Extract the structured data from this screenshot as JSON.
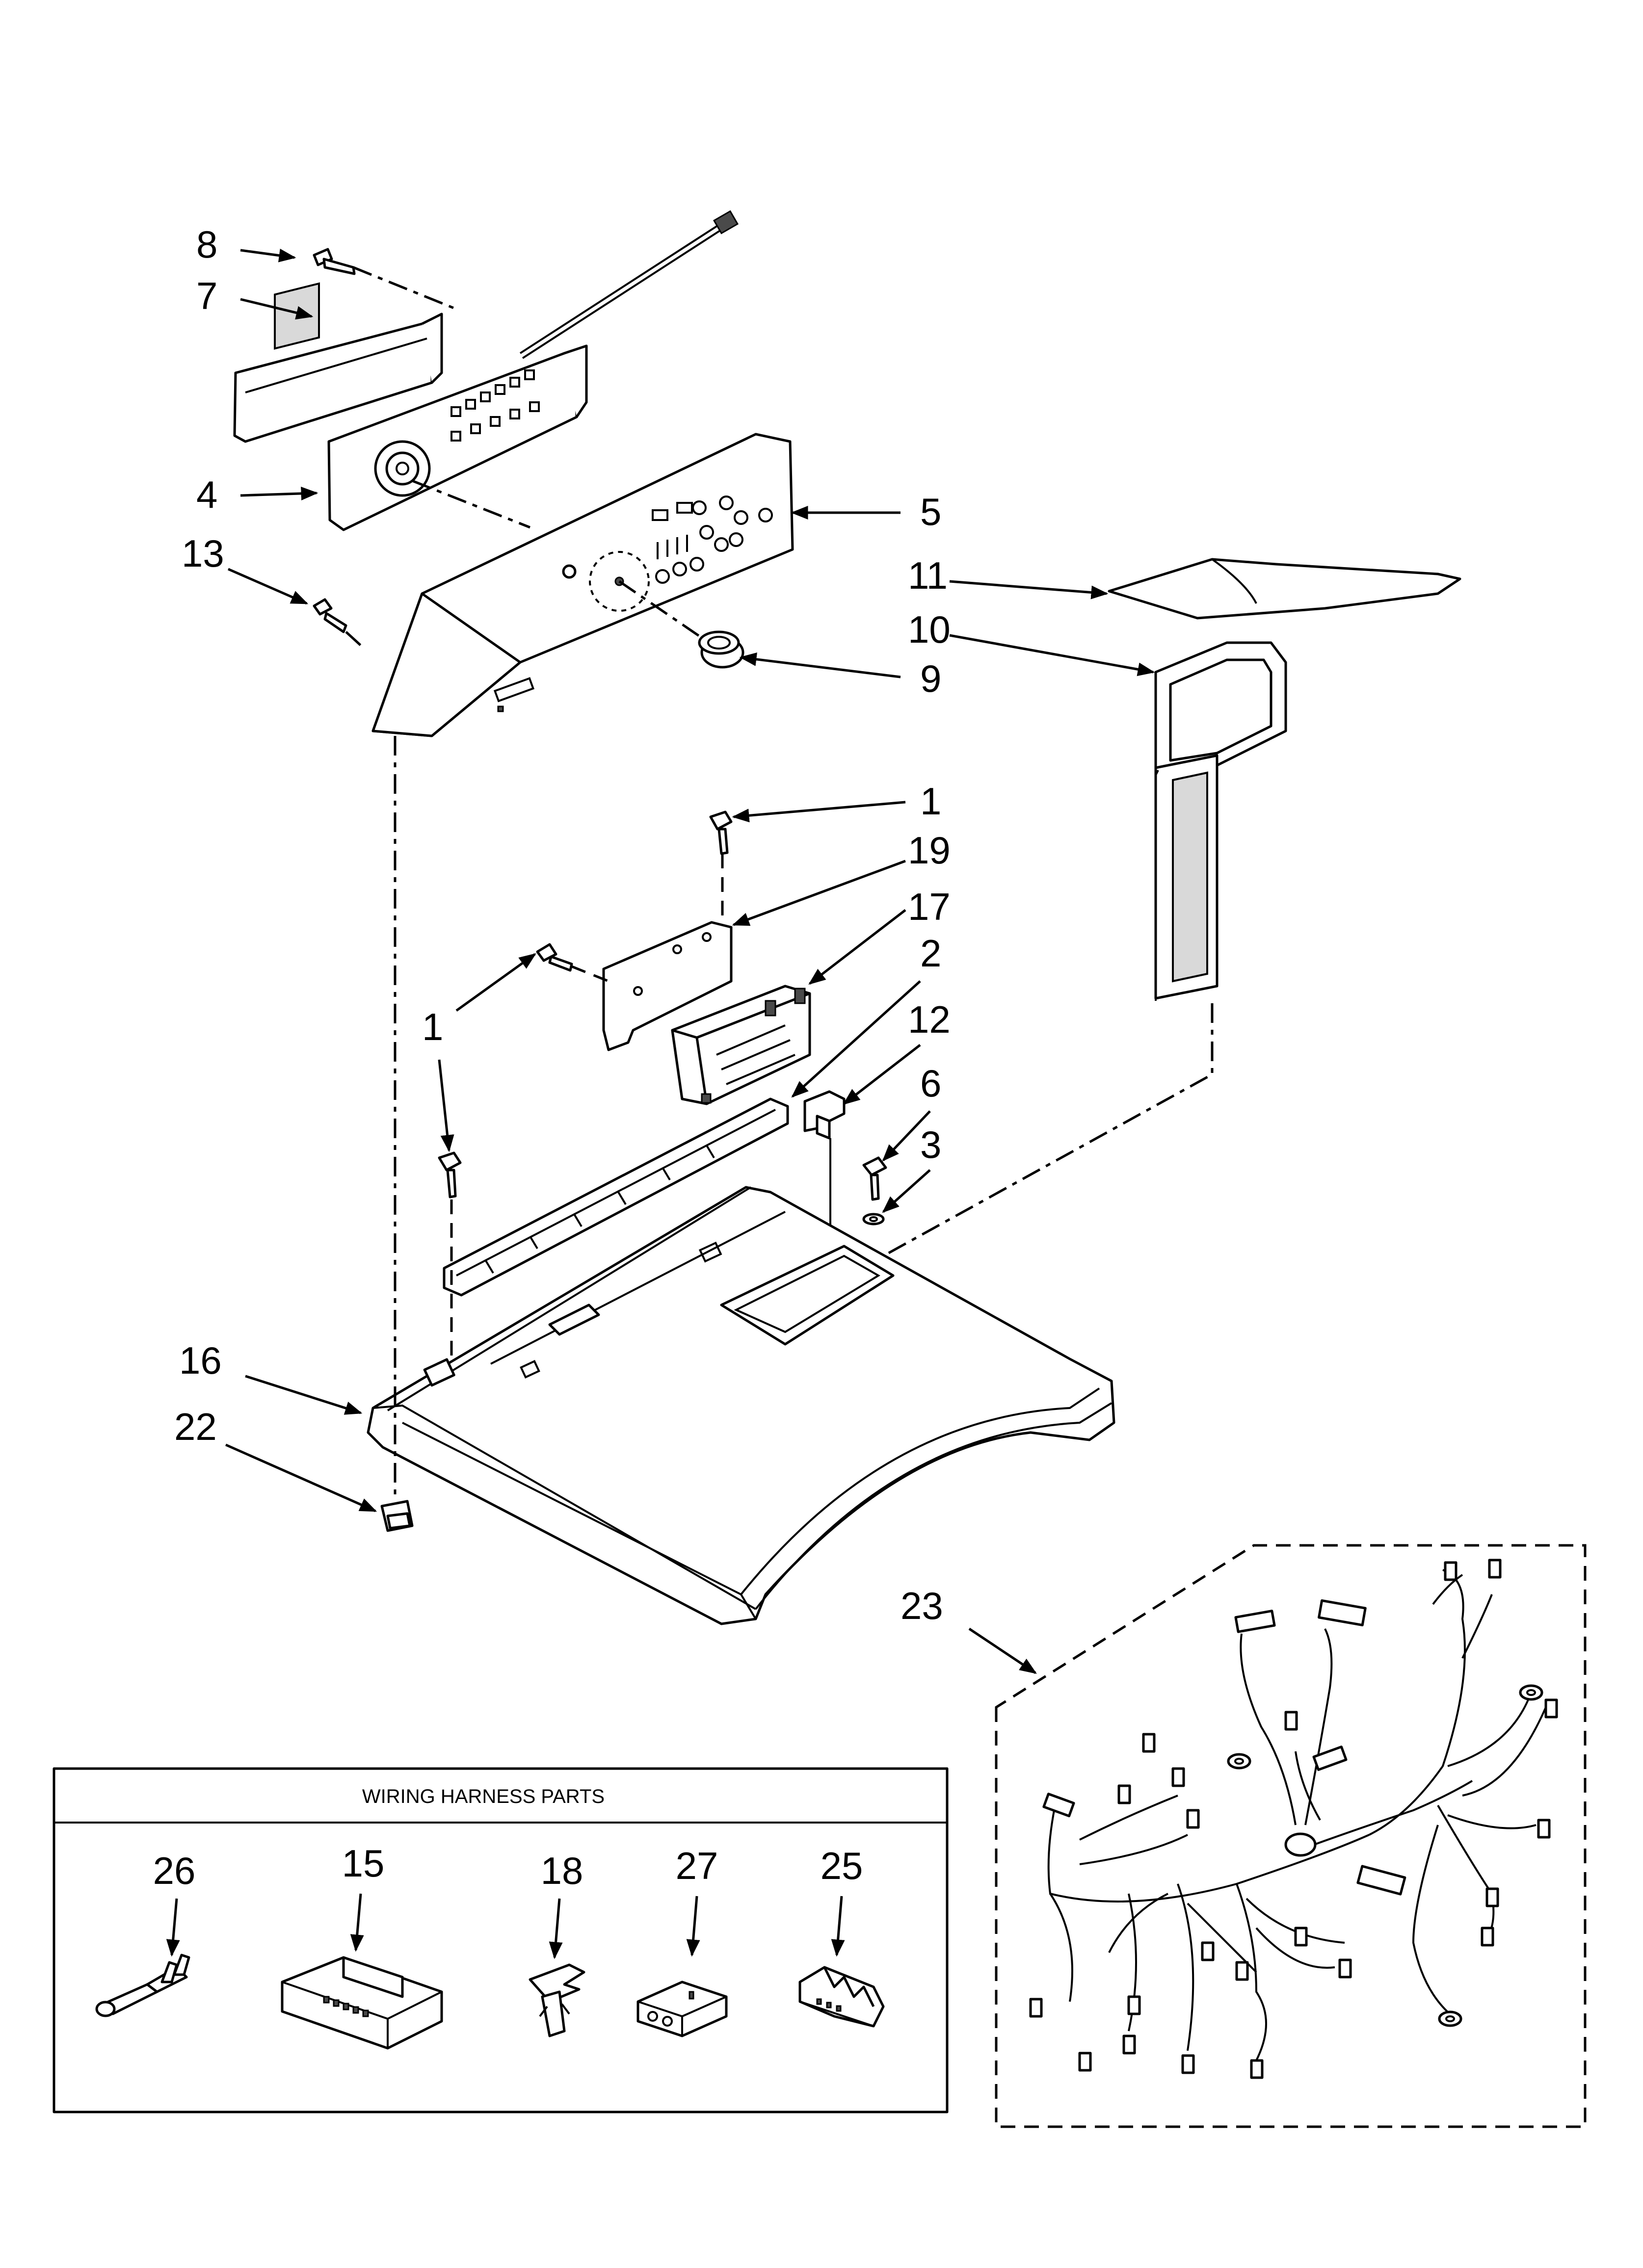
{
  "callouts": {
    "c8": "8",
    "c7": "7",
    "c4": "4",
    "c13": "13",
    "c5": "5",
    "c11": "11",
    "c10": "10",
    "c9": "9",
    "c1a": "1",
    "c19": "19",
    "c17": "17",
    "c1b": "1",
    "c2": "2",
    "c12": "12",
    "c6": "6",
    "c3": "3",
    "c16": "16",
    "c22": "22",
    "c23": "23"
  },
  "wiring_box": {
    "title": "WIRING HARNESS PARTS",
    "items": [
      "26",
      "15",
      "18",
      "27",
      "25"
    ]
  }
}
